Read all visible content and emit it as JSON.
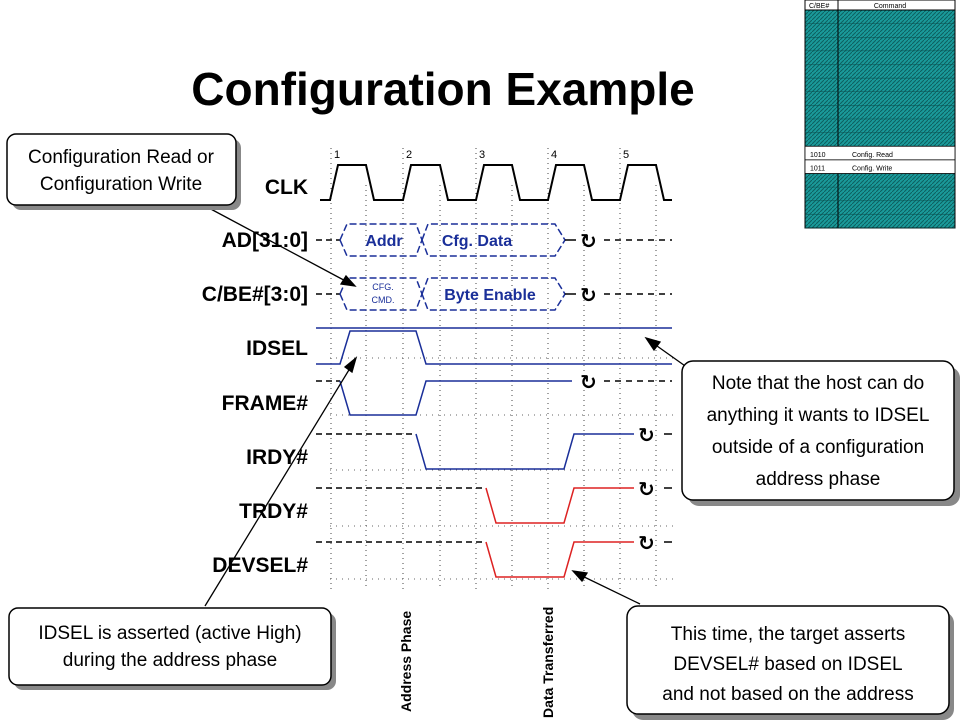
{
  "title": "Configuration Example",
  "cycle_ticks": [
    "1",
    "2",
    "3",
    "4",
    "5"
  ],
  "signals": {
    "clk": "CLK",
    "ad": "AD[31:0]",
    "cbe": "C/BE#[3:0]",
    "idsel": "IDSEL",
    "frame": "FRAME#",
    "irdy": "IRDY#",
    "trdy": "TRDY#",
    "devsel": "DEVSEL#"
  },
  "bus_values": {
    "addr": "Addr",
    "cfg_data": "Cfg. Data",
    "cfg_cmd_line1": "CFG.",
    "cfg_cmd_line2": "CMD.",
    "byte_enable": "Byte Enable"
  },
  "turnaround_symbol": "↻",
  "phase_labels": {
    "address": "Address Phase",
    "data": "Data Transferred"
  },
  "callouts": {
    "config_rw": [
      "Configuration Read or",
      "Configuration Write"
    ],
    "host_idsel": [
      "Note that the host can do",
      "anything it wants to IDSEL",
      "outside of a configuration",
      "address phase"
    ],
    "idsel_asserted": [
      "IDSEL is asserted (active High)",
      "during the address phase"
    ],
    "target_devsel": [
      "This time, the target asserts",
      "DEVSEL# based on IDSEL",
      "and not based on the address"
    ]
  },
  "command_table": {
    "headers": [
      "C/BE#",
      "Command"
    ],
    "rows": [
      {
        "code": "",
        "command": "",
        "highlight": false
      },
      {
        "code": "",
        "command": "",
        "highlight": false
      },
      {
        "code": "",
        "command": "",
        "highlight": false
      },
      {
        "code": "",
        "command": "",
        "highlight": false
      },
      {
        "code": "",
        "command": "",
        "highlight": false
      },
      {
        "code": "",
        "command": "",
        "highlight": false
      },
      {
        "code": "",
        "command": "",
        "highlight": false
      },
      {
        "code": "",
        "command": "",
        "highlight": false
      },
      {
        "code": "",
        "command": "",
        "highlight": false
      },
      {
        "code": "",
        "command": "",
        "highlight": false
      },
      {
        "code": "1010",
        "command": "Config. Read",
        "highlight": true
      },
      {
        "code": "1011",
        "command": "Config. Write",
        "highlight": true
      },
      {
        "code": "",
        "command": "",
        "highlight": false
      },
      {
        "code": "",
        "command": "",
        "highlight": false
      },
      {
        "code": "",
        "command": "",
        "highlight": false
      },
      {
        "code": "",
        "command": "",
        "highlight": false
      }
    ]
  },
  "colors": {
    "waveform": "#1a2f99",
    "target_signals": "#dd2222",
    "table_fill": "#1a9a9a",
    "callout_shadow": "#888888"
  }
}
